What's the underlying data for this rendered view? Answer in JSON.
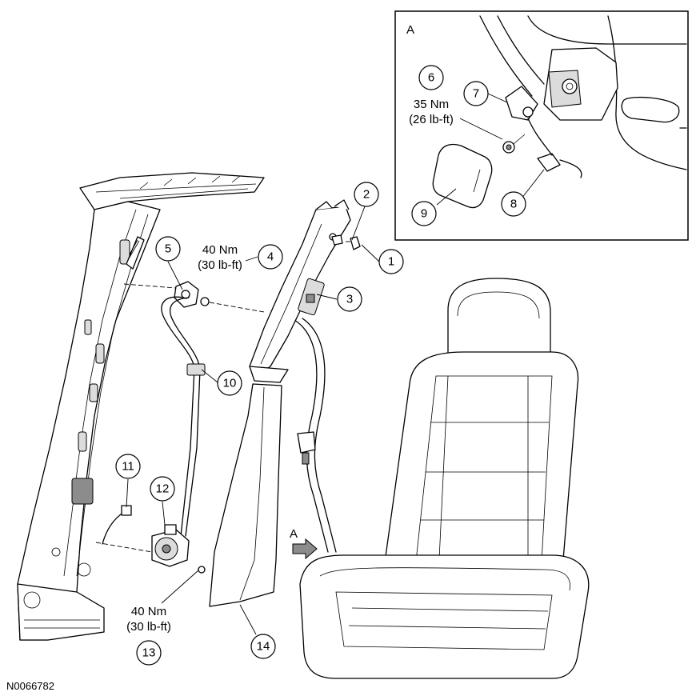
{
  "figure_id": "N0066782",
  "inset_label": "A",
  "view_arrow_label": "A",
  "callouts": [
    {
      "id": "1",
      "label": "1"
    },
    {
      "id": "2",
      "label": "2"
    },
    {
      "id": "3",
      "label": "3"
    },
    {
      "id": "4",
      "label": "4"
    },
    {
      "id": "5",
      "label": "5"
    },
    {
      "id": "6",
      "label": "6"
    },
    {
      "id": "7",
      "label": "7"
    },
    {
      "id": "8",
      "label": "8"
    },
    {
      "id": "9",
      "label": "9"
    },
    {
      "id": "10",
      "label": "10"
    },
    {
      "id": "11",
      "label": "11"
    },
    {
      "id": "12",
      "label": "12"
    },
    {
      "id": "13",
      "label": "13"
    },
    {
      "id": "14",
      "label": "14"
    }
  ],
  "torque_specs": {
    "upper_anchor": {
      "metric": "40 Nm",
      "imperial": "(30 lb-ft)"
    },
    "inset_anchor": {
      "metric": "35 Nm",
      "imperial": "(26 lb-ft)"
    },
    "retractor": {
      "metric": "40 Nm",
      "imperial": "(30 lb-ft)"
    }
  }
}
